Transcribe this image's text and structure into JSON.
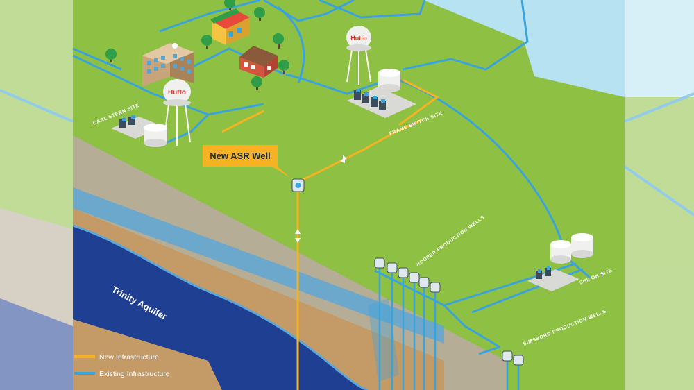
{
  "colors": {
    "ground": "#8dc043",
    "ground_dark": "#7eb13a",
    "soil_top": "#b5ad95",
    "soil_mid": "#c49a66",
    "aquifer": "#1f3f93",
    "aquifer_light": "#5aa6d8",
    "new_infrastructure": "#f5b324",
    "existing_infrastructure": "#3ba3dc",
    "water": "#b7e2f2"
  },
  "callout": {
    "label": "New ASR Well"
  },
  "aquifer": {
    "label": "Trinity Aquifer"
  },
  "sites": {
    "carl_stern": "CARL STERN SITE",
    "frame_switch": "FRAME SWITCH SITE",
    "shiloh": "SHILOH SITE"
  },
  "wells": {
    "hooper": "HOOPER PRODUCTION WELLS",
    "simsboro": "SIMSBORO PRODUCTION WELLS"
  },
  "towers": {
    "brand": "Hutto"
  },
  "legend": [
    {
      "label": "New Infrastructure",
      "color": "#f5b324"
    },
    {
      "label": "Existing Infrastructure",
      "color": "#3ba3dc"
    }
  ]
}
